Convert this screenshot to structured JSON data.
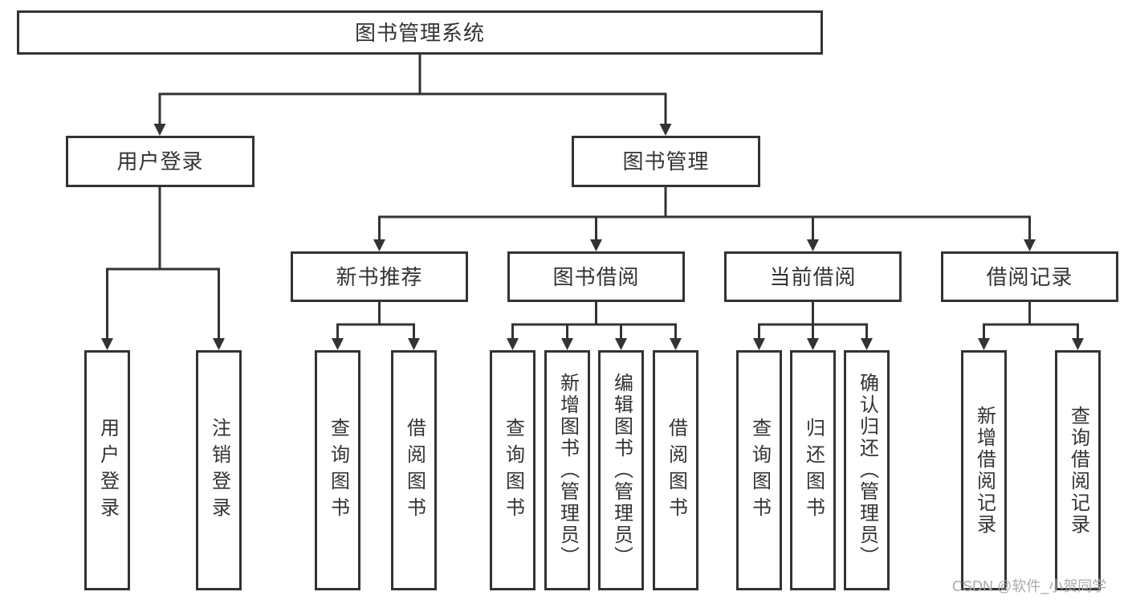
{
  "diagram": {
    "type": "hierarchy-tree",
    "title": "图书管理系统",
    "watermark": "CSDN @软件_小贺同学",
    "colors": {
      "line": "#333333",
      "box_border": "#333333",
      "text": "#333333",
      "background": "#ffffff",
      "watermark": "#aaaaaa"
    },
    "tree": {
      "label": "图书管理系统",
      "children": [
        {
          "label": "用户登录",
          "children": [
            {
              "label": "用户登录"
            },
            {
              "label": "注销登录"
            }
          ]
        },
        {
          "label": "图书管理",
          "children": [
            {
              "label": "新书推荐",
              "children": [
                {
                  "label": "查询图书"
                },
                {
                  "label": "借阅图书"
                }
              ]
            },
            {
              "label": "图书借阅",
              "children": [
                {
                  "label": "查询图书"
                },
                {
                  "label": "新增图书（管理员）"
                },
                {
                  "label": "编辑图书（管理员）"
                },
                {
                  "label": "借阅图书"
                }
              ]
            },
            {
              "label": "当前借阅",
              "children": [
                {
                  "label": "查询图书"
                },
                {
                  "label": "归还图书"
                },
                {
                  "label": "确认归还（管理员）"
                }
              ]
            },
            {
              "label": "借阅记录",
              "children": [
                {
                  "label": "新增借阅记录"
                },
                {
                  "label": "查询借阅记录"
                }
              ]
            }
          ]
        }
      ]
    }
  }
}
